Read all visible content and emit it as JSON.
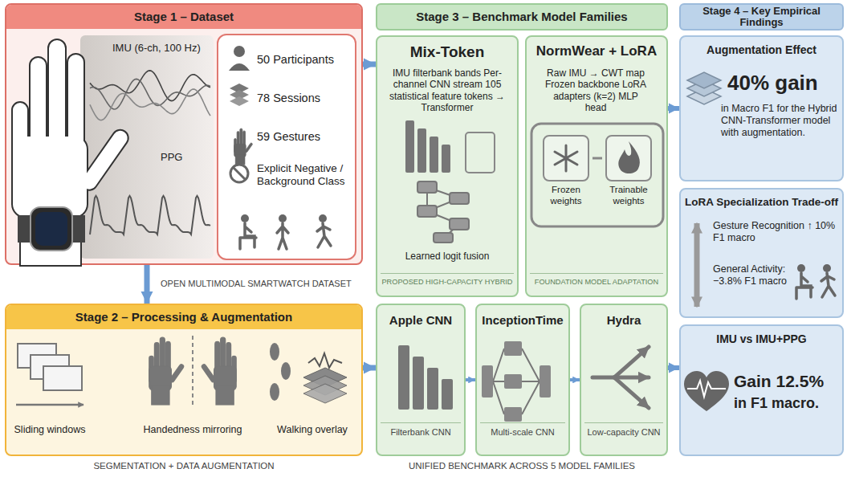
{
  "diagram": {
    "nodes": [
      {
        "text": [
          "Stage 1 – Dataset"
        ]
      },
      {
        "text": [
          "50 Participants",
          "78 Sessions",
          "59 Gestures",
          "Explicit Negative / Background Class"
        ],
        "in": 0
      },
      {
        "text": [
          "Stage 2 – Processing & Augmentation"
        ]
      },
      {
        "text": [
          "Stage 3 – Benchmark Model Families"
        ]
      },
      {
        "text": [
          "Mix-Token",
          "IMU filterbank bands Per-channel CNN stream 105 statistical feature tokens → Transformer",
          "Learned logit fusion",
          "PROPOSED HIGH-CAPACITY HYBRID"
        ]
      },
      {
        "text": [
          "NormWear + LoRA",
          "Raw IMU → CWT map Frozen backbone LoRA adapters (k=2) MLP head",
          "FOUNDATION MODEL ADAPTATION"
        ]
      },
      {
        "text": [
          "Frozen weights"
        ],
        "in": 5
      },
      {
        "text": [
          "Trainable weights"
        ],
        "in": 5
      },
      {
        "text": [
          "Apple CNN",
          "Filterbank CNN"
        ]
      },
      {
        "text": [
          "InceptionTime",
          "Multi-scale CNN"
        ]
      },
      {
        "text": [
          "Hydra",
          "Low-capacity CNN"
        ]
      },
      {
        "text": [
          "Stage 4 – Key Empirical Findings"
        ]
      },
      {
        "text": [
          "Augmentation Effect",
          "40% gain",
          "in Macro F1 for the Hybrid CNN-Transformer model with augmentation."
        ]
      },
      {
        "text": [
          "LoRA Specialization Trade-off",
          "Gesture Recognition ↑ 10% F1 macro",
          "General Activity: −3.8% F1 macro"
        ]
      },
      {
        "text": [
          "IMU vs IMU+PPG",
          "Gain 12.5%",
          "in F1 macro."
        ]
      }
    ],
    "edges": [
      {
        "from": 0,
        "to": 4,
        "arrow": "to"
      },
      {
        "from": 0,
        "to": 2,
        "arrow": "to"
      },
      {
        "from": 2,
        "to": 8,
        "arrow": "to"
      },
      {
        "from": 8,
        "to": 9,
        "arrow": "to"
      },
      {
        "from": 9,
        "to": 10,
        "arrow": "to"
      },
      {
        "from": 5,
        "to": 12,
        "arrow": "to"
      },
      {
        "from": 10,
        "to": 14,
        "arrow": "to"
      }
    ],
    "labels": [
      "IMU (6-ch, 100 Hz)",
      "PPG",
      "OPEN MULTIMODAL SMARTWATCH DATASET",
      "Sliding windows",
      "Handedness mirroring",
      "Walking overlay",
      "SEGMENTATION + DATA AUGMENTATION",
      "UNIFIED BENCHMARK ACROSS 5 MODEL FAMILIES"
    ]
  }
}
